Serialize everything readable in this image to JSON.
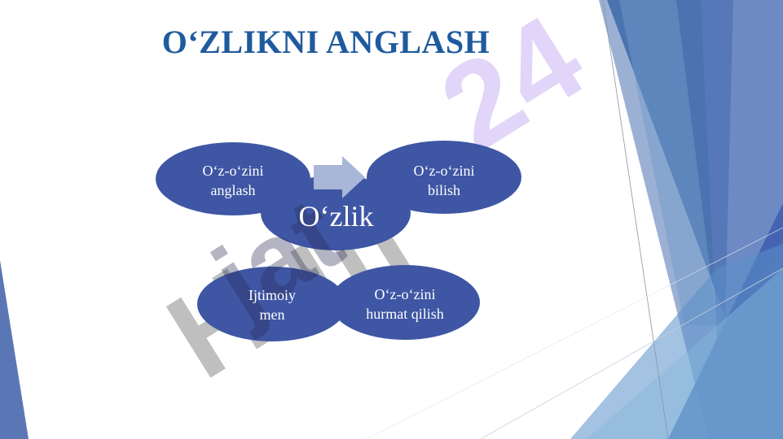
{
  "slide": {
    "title": "O‘ZLIKNI ANGLASH",
    "center": "O‘zlik",
    "nodes": [
      {
        "line1": "O‘z-o‘zini",
        "line2": "anglash"
      },
      {
        "line1": "O‘z-o‘zini",
        "line2": "bilish"
      },
      {
        "line1": "Ijtimoiy",
        "line2": "men"
      },
      {
        "line1": "O‘z-o‘zini",
        "line2": "hurmat qilish"
      }
    ],
    "watermark": "Hujjat24"
  },
  "colors": {
    "title": "#1f5a9e",
    "ellipse": "#3e56a4",
    "arrow": "#a8b6d8",
    "accent_blue": "#2e5aa6",
    "watermark_gray": "#8c8c8c",
    "watermark_purple": "#c9b3f5"
  }
}
